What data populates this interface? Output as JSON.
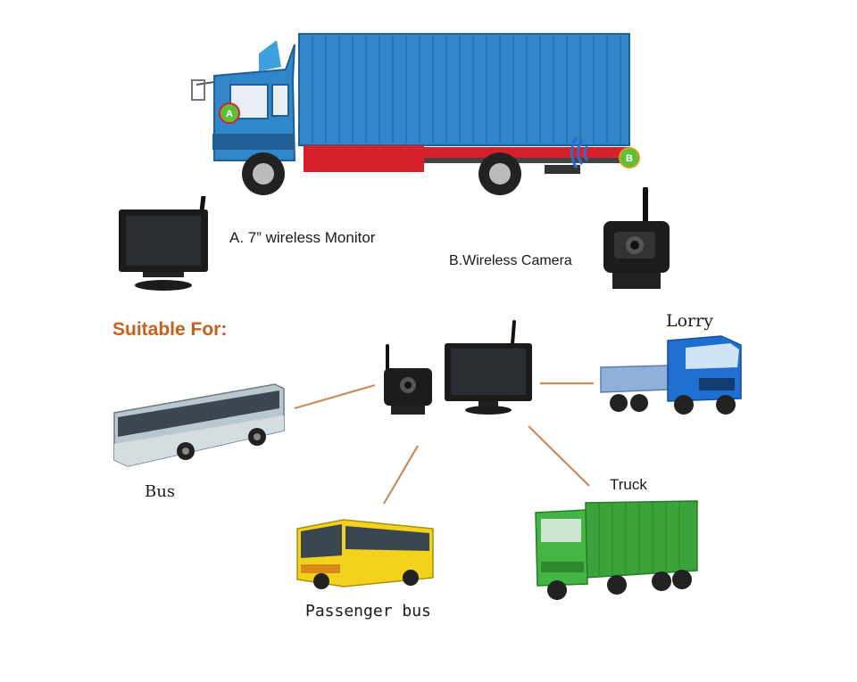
{
  "truck_markers": {
    "a": "A",
    "b": "B"
  },
  "monitor_label": "A. 7” wireless Monitor",
  "camera_label": "B.Wireless  Camera",
  "suitable_for": "Suitable For:",
  "vehicles": {
    "bus": "Bus",
    "lorry": "Lorry",
    "truck": "Truck",
    "passenger_bus": "Passenger bus"
  },
  "colors": {
    "container_blue": "#2f86c9",
    "cab_blue": "#2f86c9",
    "chassis_red": "#d8202a",
    "suitable_orange": "#c8601e",
    "connector_line": "#c98a5a",
    "truck_green": "#3aa33a",
    "bus_yellow": "#f2d21c",
    "lorry_blue": "#1f6fd1"
  },
  "icons": [
    "monitor-icon",
    "camera-icon",
    "wifi-signal-icon"
  ]
}
